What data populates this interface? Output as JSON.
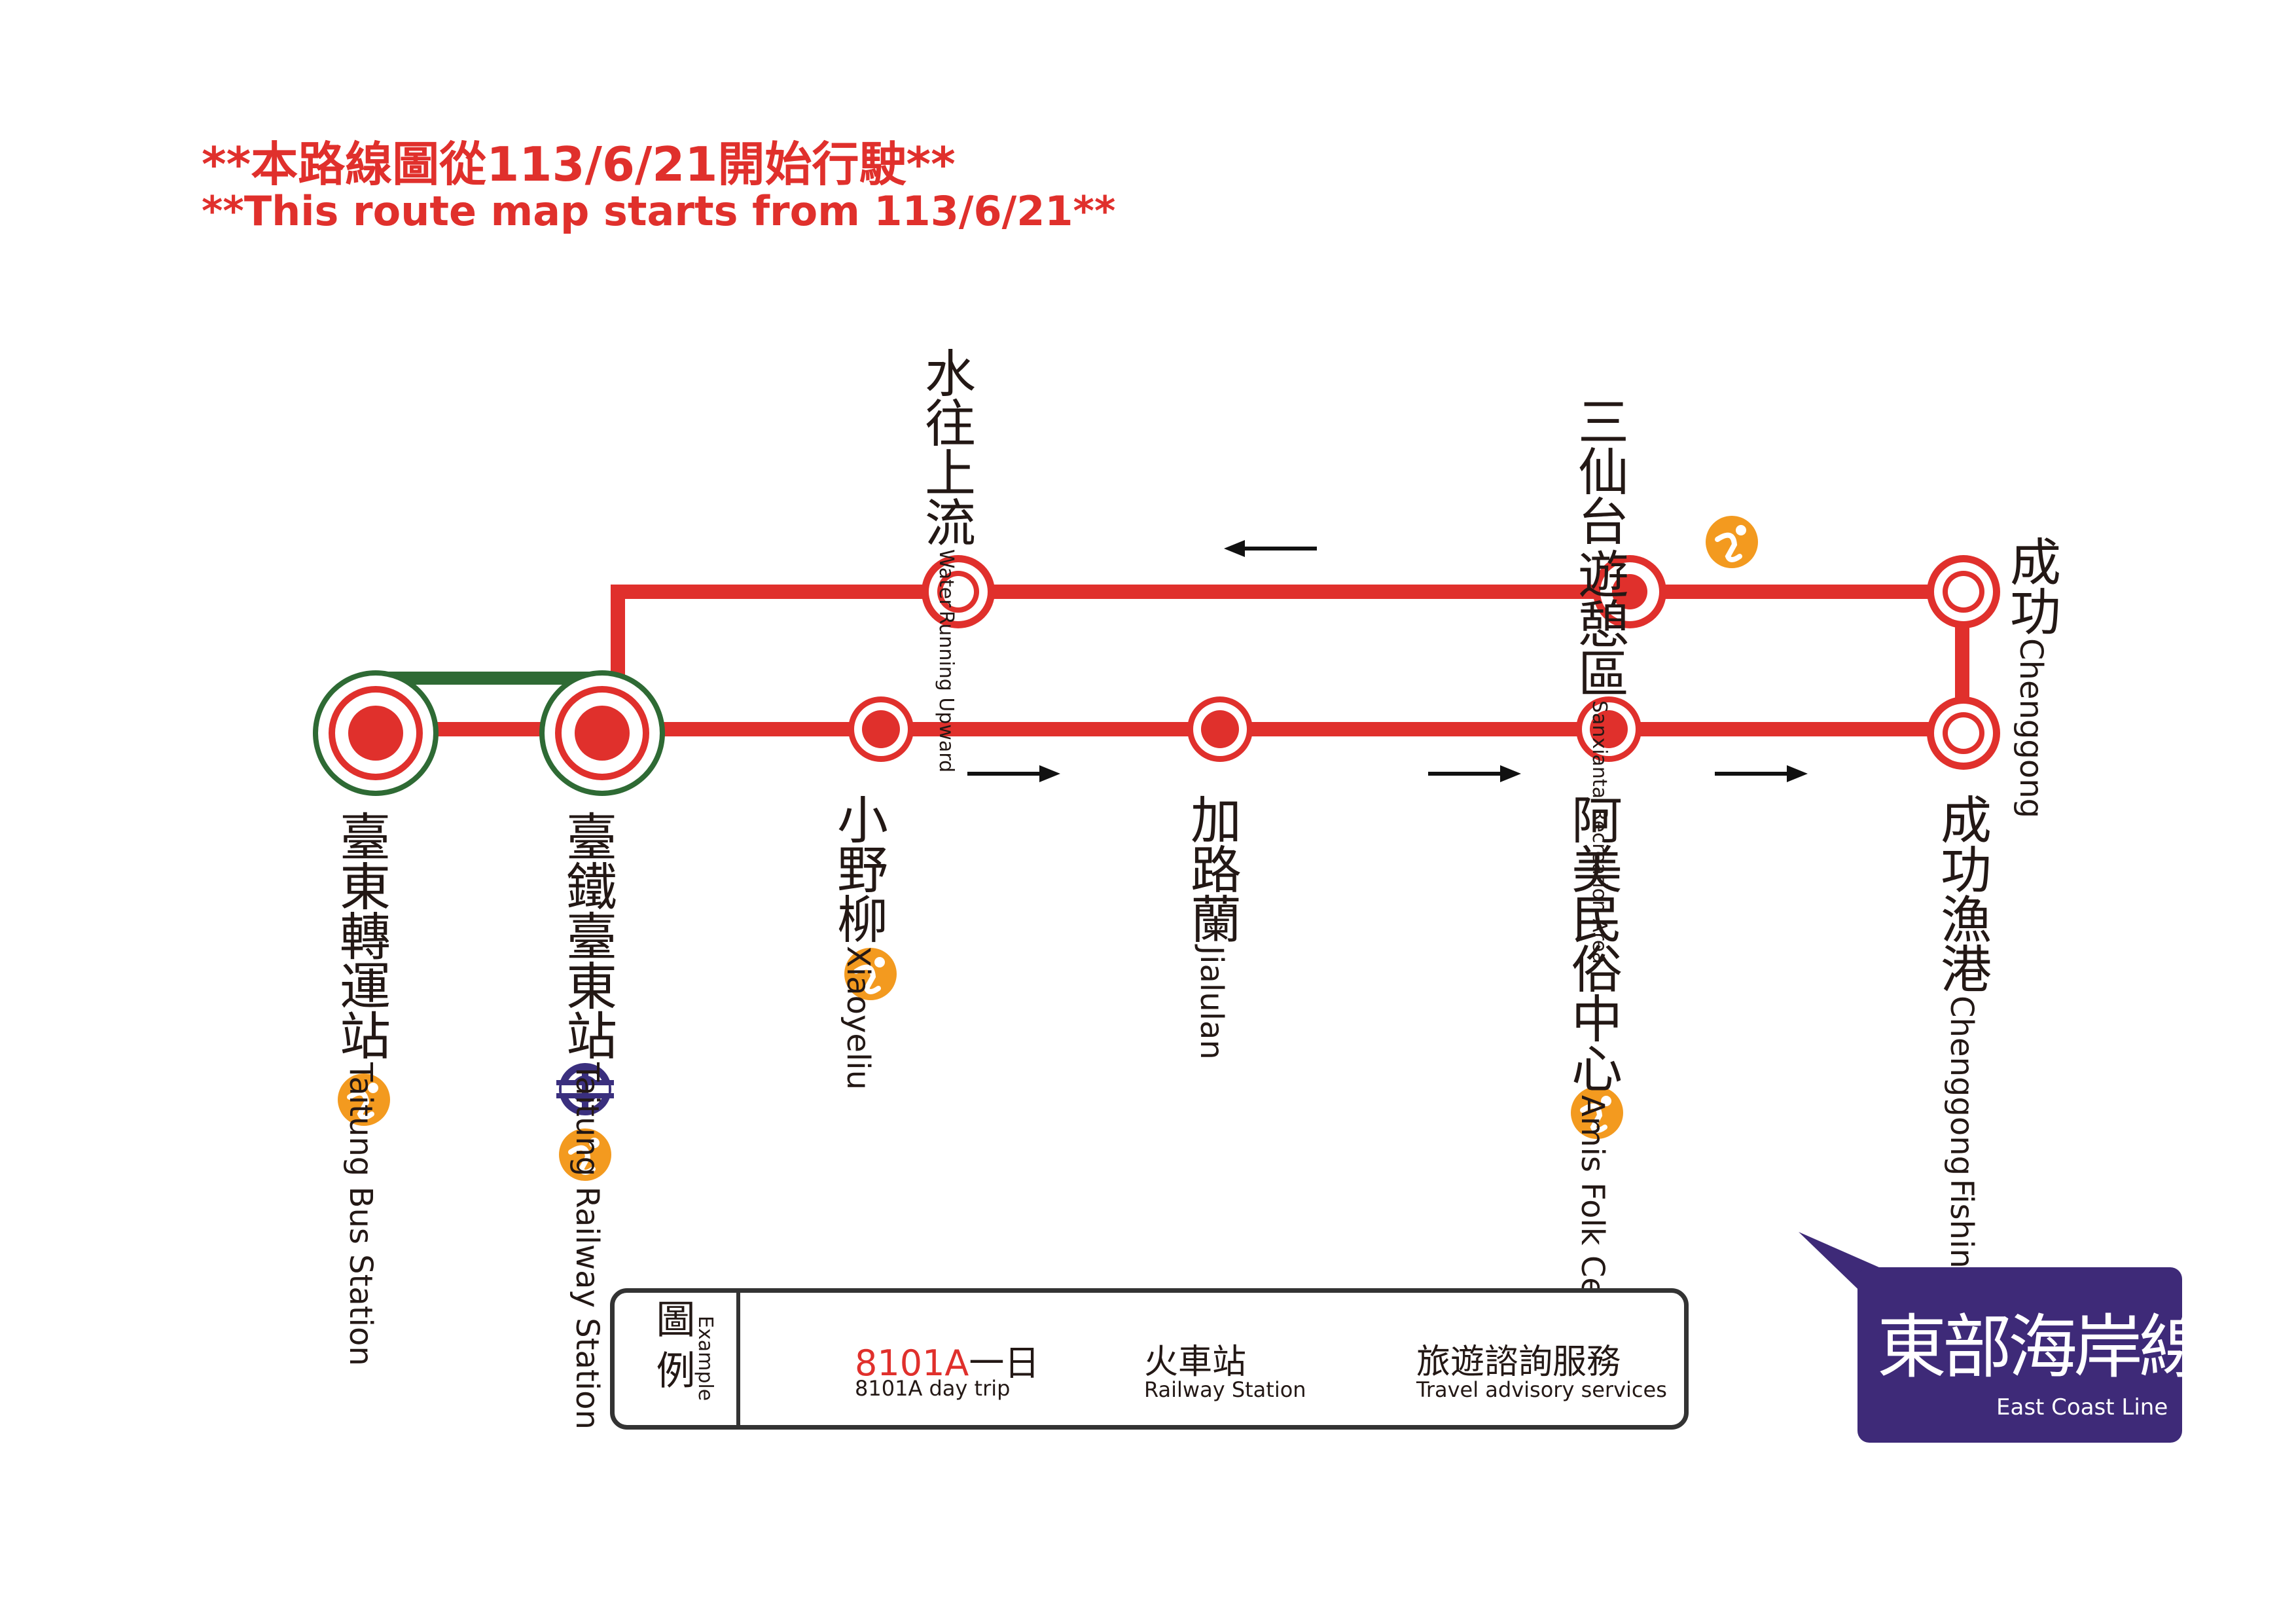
{
  "notice": {
    "zh": "**本路線圖從113/6/21開始行駛**",
    "en": "**This route map starts from 113/6/21**"
  },
  "stations": {
    "taitung_bus": {
      "zh": "臺東轉運站",
      "en": "Taitung Bus Station"
    },
    "taitung_rail": {
      "zh": "臺鐵臺東站",
      "en": "Taitung Railway Station"
    },
    "xiaoyeliu": {
      "zh": "小野柳",
      "en": "Xiaoyeliu"
    },
    "jialulan": {
      "zh": "加路蘭",
      "en": "Jialulan"
    },
    "amis": {
      "zh": "阿美民俗中心",
      "en": "Amis Folk Center"
    },
    "chenggong_harbor": {
      "zh": "成功漁港",
      "en_line1": "Chenggong",
      "en_line2": "Fishing Harbor"
    },
    "chenggong": {
      "zh": "成功",
      "en": "Chenggong"
    },
    "sanxiantai": {
      "zh_line1": "三仙台",
      "zh_line2": "遊憩區",
      "en_line1": "Sanxiantai",
      "en_line2": "Recreation Area"
    },
    "water_upward": {
      "zh": "水往上流",
      "en_line1": "Water",
      "en_line2": "Running Upward"
    }
  },
  "legend": {
    "title_zh": "圖例",
    "title_en": "Example",
    "route_code": "8101A",
    "route_zh": "一日",
    "route_en": "8101A day trip",
    "railway_zh": "火車站",
    "railway_en": "Railway Station",
    "travel_zh": "旅遊諮詢服務",
    "travel_en": "Travel advisory services"
  },
  "brand": {
    "zh": "東部海岸線",
    "en": "East Coast Line"
  },
  "icons": {
    "info": "info-icon",
    "railway": "railway-station-icon",
    "arrow": "direction-arrow-icon"
  },
  "colors": {
    "route": "#e0302c",
    "transfer": "#2e6a34",
    "info": "#f39a1f",
    "info_legend": "#f6c02a",
    "railway": "#3a2f7e",
    "brand": "#3e2a78"
  }
}
